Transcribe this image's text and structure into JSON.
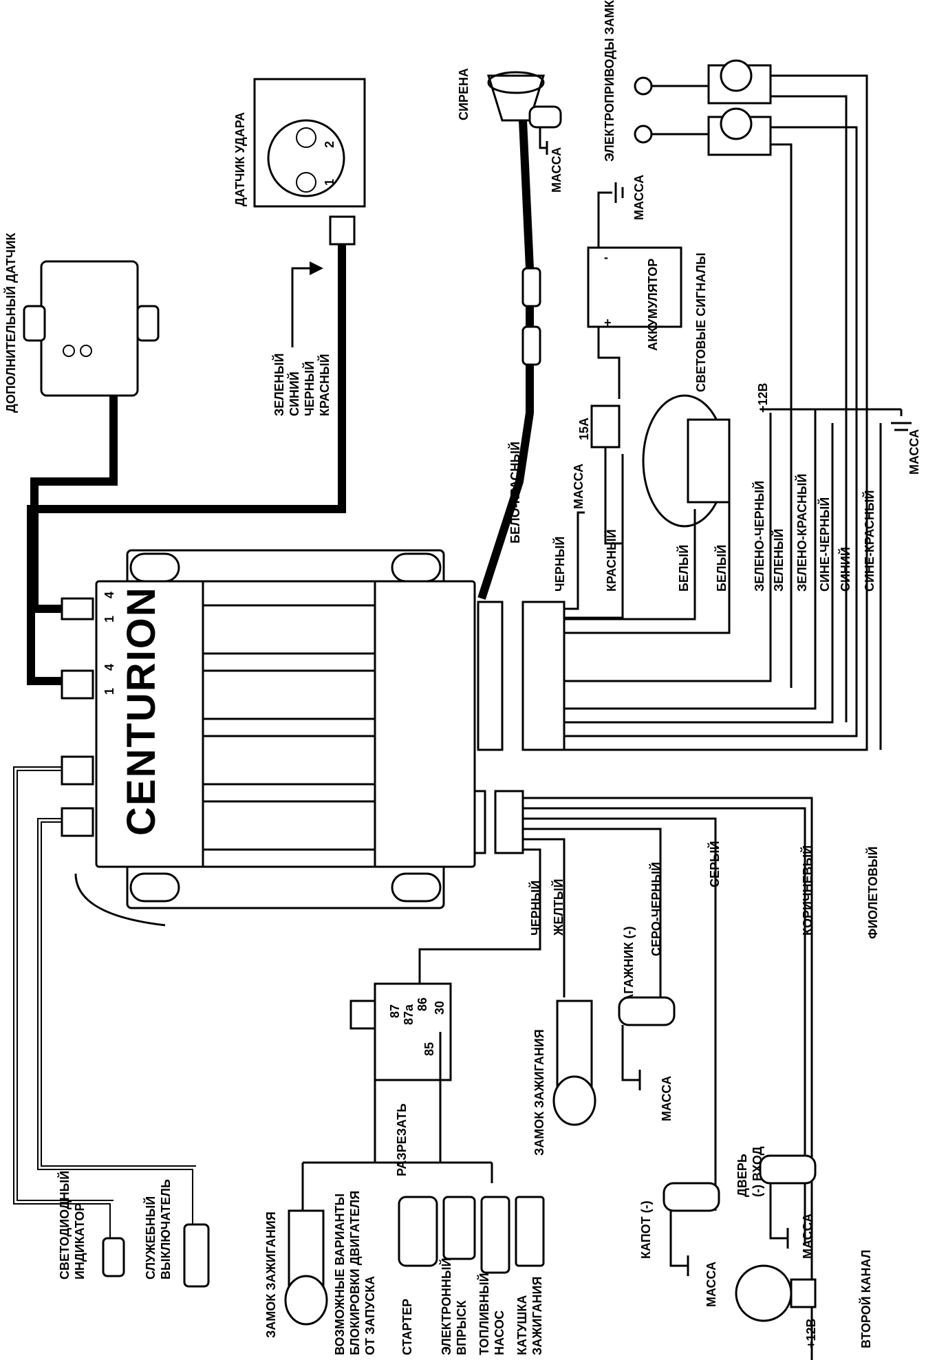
{
  "brand": "CENTURION",
  "connector_pins": {
    "a1": "1",
    "a4": "4",
    "b1": "1",
    "b4": "4"
  },
  "labels": {
    "shock_sensor": "ДАТЧИК УДАРА",
    "shock_1": "1",
    "shock_2": "2",
    "extra_sensor": "ДОПОЛНИТЕЛЬНЫЙ ДАТЧИК",
    "siren": "СИРЕНА",
    "mass": "МАССА",
    "door_actuators": "ЭЛЕКТРОПРИВОДЫ ЗАМКОВ ДВЕРЕЙ",
    "battery": "АККУМУЛЯТОР",
    "battery_minus": "-",
    "battery_plus": "+",
    "fuse": "15А",
    "light_signals": "СВЕТОВЫЕ СИГНАЛЫ",
    "plus12": "+12В",
    "sensor_wires": [
      "ЗЕЛЕНЫЙ",
      "СИНИЙ",
      "ЧЕРНЫЙ",
      "КРАСНЫЙ"
    ],
    "white_red": "БЕЛО-КРАСНЫЙ",
    "black": "ЧЕРНЫЙ",
    "red": "КРАСНЫЙ",
    "white": "БЕЛЫЙ",
    "green_black": "ЗЕЛЕНО-ЧЕРНЫЙ",
    "green": "ЗЕЛЕНЫЙ",
    "green_red": "ЗЕЛЕНО-КРАСНЫЙ",
    "blue_black": "СИНЕ-ЧЕРНЫЙ",
    "blue": "СИНИЙ",
    "blue_red": "СИНЕ-КРАСНЫЙ",
    "yellow": "ЖЕЛТЫЙ",
    "trunk": "БАГАЖНИК (-)",
    "grey_black": "СЕРО-ЧЕРНЫЙ",
    "grey": "СЕРЫЙ",
    "brown": "КОРИЧНЕВЫЙ",
    "violet": "ФИОЛЕТОВЫЙ",
    "ignition_lock": "ЗАМОК ЗАЖИГАНИЯ",
    "cut": "РАЗРЕЗАТЬ",
    "relay_pins": [
      "87",
      "87a",
      "86",
      "85",
      "30"
    ],
    "block_variants": [
      "ВОЗМОЖНЫЕ ВАРИАНТЫ",
      "БЛОКИРОВКИ ДВИГАТЕЛЯ",
      "ОТ ЗАПУСКА"
    ],
    "starter": "СТАРТЕР",
    "injection": [
      "ЭЛЕКТРОННЫЙ",
      "ВПРЫСК"
    ],
    "fuel_pump": [
      "ТОПЛИВНЫЙ",
      "НАСОС"
    ],
    "ignition_coil": [
      "КАТУШКА",
      "ЗАЖИГАНИЯ"
    ],
    "hood": "КАПОТ (-)",
    "door_input": [
      "ДВЕРЬ",
      "(-) ВХОД"
    ],
    "second_channel": "ВТОРОЙ КАНАЛ",
    "led_indicator": [
      "СВЕТОДИОДНЫЙ",
      "ИНДИКАТОР"
    ],
    "service_switch": [
      "СЛУЖЕБНЫЙ",
      "ВЫКЛЮЧАТЕЛЬ"
    ]
  }
}
